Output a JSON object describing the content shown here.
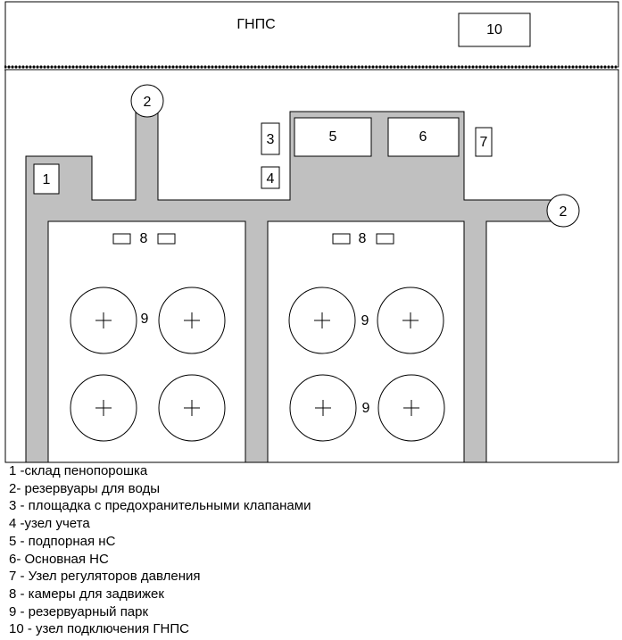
{
  "diagram": {
    "gnps_label": "ГНПС",
    "labels": {
      "n1": "1",
      "n2": "2",
      "n3": "3",
      "n4": "4",
      "n5": "5",
      "n6": "6",
      "n7": "7",
      "n8": "8",
      "n9": "9",
      "n10": "10"
    },
    "colors": {
      "road": "#c0c0c0",
      "stroke": "#000000",
      "background": "#ffffff"
    }
  },
  "legend": [
    "1 -склад пенопорошка",
    "2- резервуары для воды",
    "3 - площадка с предохранительными клапанами",
    "4 -узел учета",
    "5 - подпорная нС",
    "6- Основная НС",
    "7 - Узел регуляторов давления",
    "8 - камеры для задвижек",
    "9 - резервуарный парк",
    "10 - узел подключения ГНПС"
  ]
}
